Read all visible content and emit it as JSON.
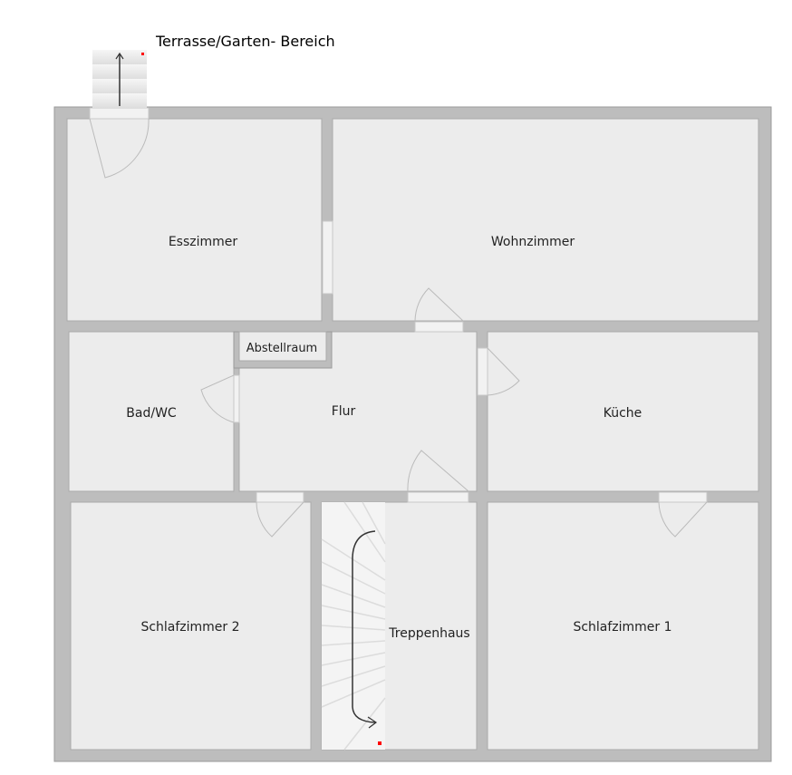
{
  "title": "Terrasse/Garten- Bereich",
  "rooms": {
    "esszimmer": "Esszimmer",
    "wohnzimmer": "Wohnzimmer",
    "abstellraum": "Abstellraum",
    "bad": "Bad/WC",
    "flur": "Flur",
    "kueche": "Küche",
    "schlafzimmer2": "Schlafzimmer 2",
    "treppenhaus": "Treppenhaus",
    "schlafzimmer1": "Schlafzimmer 1"
  },
  "colors": {
    "wall": "#bdbdbd",
    "floor": "#ececec",
    "marker": "#ff0000"
  }
}
